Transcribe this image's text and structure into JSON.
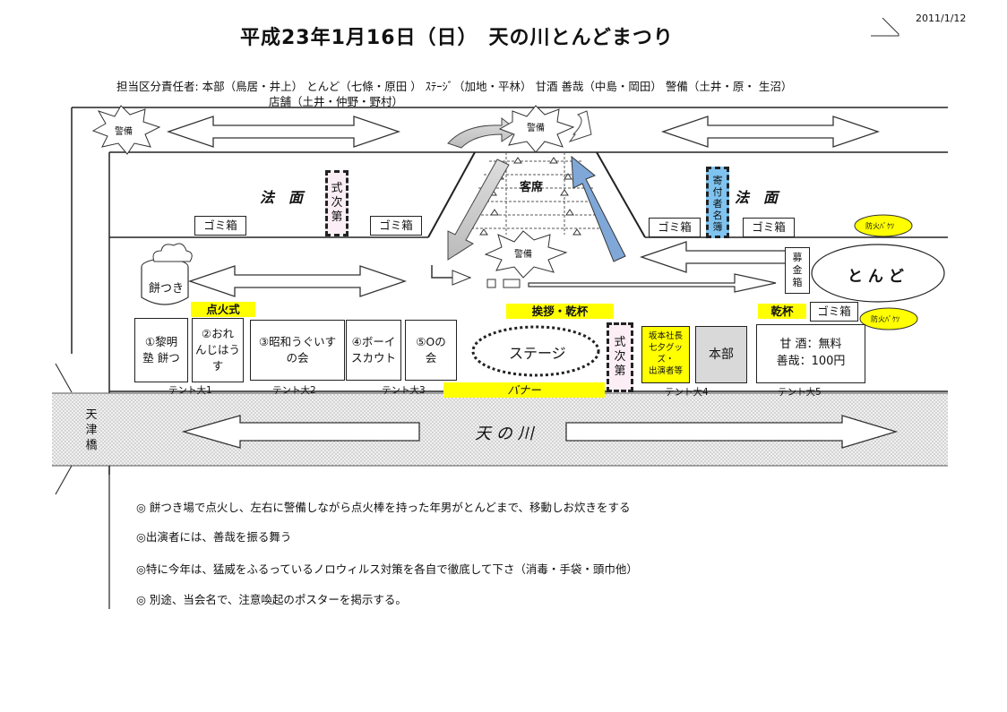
{
  "date": "2011/1/12",
  "title": "平成23年1月16日（日）　天の川とんどまつり",
  "responsible_line1": "担当区分責任者: 本部（鳥居・井上） とんど（七條・原田 ） ｽﾃｰｼﾞ（加地・平林） 甘酒 善哉（中島・岡田） 警備（土井・原・ 生沼）",
  "responsible_line2": "店舗（土井・仲野・野村）",
  "guard": "警備",
  "slope": "法　面",
  "seats": "客席",
  "program": [
    "式",
    "次",
    "第"
  ],
  "trash": "ゴミ箱",
  "donor_list": [
    "寄",
    "付",
    "者",
    "名",
    "簿"
  ],
  "fire_bucket": "防火ﾊﾞｹﾂ",
  "mochi": "餅つき",
  "donation_box": [
    "募",
    "金",
    "箱"
  ],
  "tondo": "と ん ど",
  "ignition": "点火式",
  "greeting": "挨拶・乾杯",
  "toast": "乾杯",
  "stage": "ステージ",
  "banner": "バナー",
  "river": "天 の 川",
  "bridge": [
    "天",
    "津",
    "橋"
  ],
  "booths": [
    {
      "lines": [
        "①黎明",
        "塾 餅つ"
      ],
      "tent": "テント大1"
    },
    {
      "lines": [
        "②おれ",
        "んじはう",
        "す"
      ],
      "tent": ""
    },
    {
      "lines": [
        "③昭和うぐいす",
        "の会"
      ],
      "tent": "テント大2"
    },
    {
      "lines": [
        "④ボーイ",
        "スカウト"
      ],
      "tent": "テント大3"
    },
    {
      "lines": [
        "⑤Oの",
        "会"
      ],
      "tent": ""
    }
  ],
  "president": [
    "坂本社長",
    "七夕グッ",
    "ズ・",
    "出演者等"
  ],
  "hq": "本部",
  "hq_tent": "テント大4",
  "amazake": [
    "甘 酒：無料",
    "善哉：100円"
  ],
  "amazake_tent": "テント大5",
  "notes": [
    "◎ 餅つき場で点火し、左右に警備しながら点火棒を持った年男がとんどまで、移動しお炊きをする",
    "◎出演者には、善哉を振る舞う",
    "◎特に今年は、猛威をふるっているノロウィルス対策を各自で徹底して下さ（消毒・手袋・頭巾他）",
    "◎ 別途、当会名で、注意喚起のポスターを掲示する。"
  ]
}
